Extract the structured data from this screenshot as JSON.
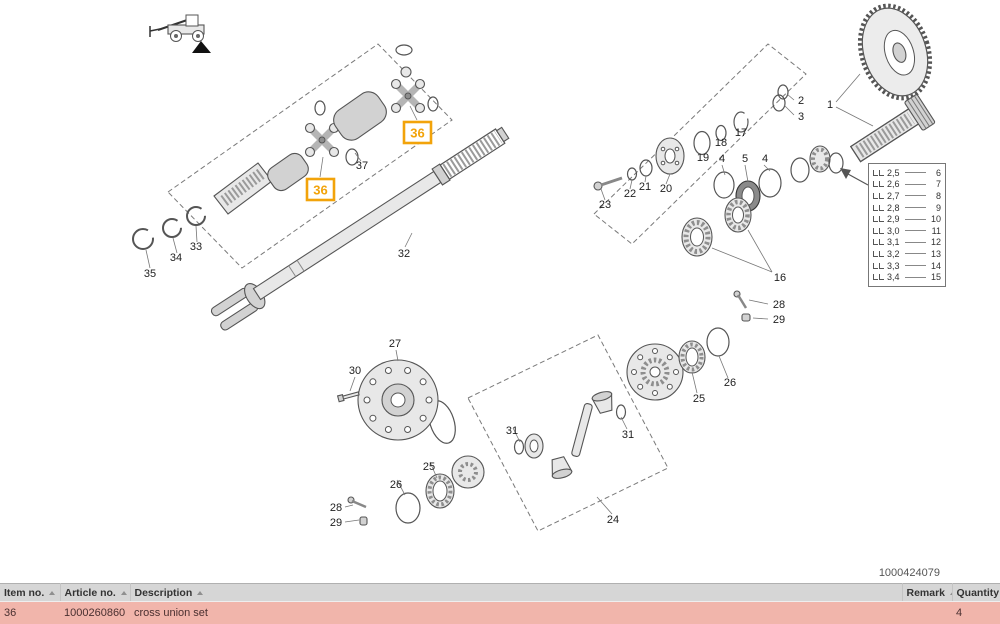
{
  "diagram": {
    "drawing_no": "1000424079",
    "highlight_color": "#f2a30a",
    "labels": [
      {
        "text": "1"
      },
      {
        "text": "2"
      },
      {
        "text": "3"
      },
      {
        "text": "17"
      },
      {
        "text": "18"
      },
      {
        "text": "19"
      },
      {
        "text": "4"
      },
      {
        "text": "5"
      },
      {
        "text": "4"
      },
      {
        "text": "20"
      },
      {
        "text": "21"
      },
      {
        "text": "22"
      },
      {
        "text": "23"
      },
      {
        "text": "16"
      },
      {
        "text": "28"
      },
      {
        "text": "29"
      },
      {
        "text": "26"
      },
      {
        "text": "25"
      },
      {
        "text": "31"
      },
      {
        "text": "31"
      },
      {
        "text": "24"
      },
      {
        "text": "25"
      },
      {
        "text": "26"
      },
      {
        "text": "28"
      },
      {
        "text": "29"
      },
      {
        "text": "27"
      },
      {
        "text": "30"
      },
      {
        "text": "32"
      },
      {
        "text": "33"
      },
      {
        "text": "34"
      },
      {
        "text": "35"
      },
      {
        "text": "37"
      }
    ],
    "highlights": [
      {
        "text": "36"
      },
      {
        "text": "36"
      }
    ],
    "size_table": {
      "rows": [
        {
          "size": "2,5",
          "item": "6"
        },
        {
          "size": "2,6",
          "item": "7"
        },
        {
          "size": "2,7",
          "item": "8"
        },
        {
          "size": "2,8",
          "item": "9"
        },
        {
          "size": "2,9",
          "item": "10"
        },
        {
          "size": "3,0",
          "item": "11"
        },
        {
          "size": "3,1",
          "item": "12"
        },
        {
          "size": "3,2",
          "item": "13"
        },
        {
          "size": "3,3",
          "item": "14"
        },
        {
          "size": "3,4",
          "item": "15"
        }
      ]
    }
  },
  "icons": {
    "machine": "telehandler-icon",
    "marker": "black-triangle-marker",
    "sort": "sort-ascending-icon",
    "shim": "shim-bracket-icon"
  },
  "parts_table": {
    "headers": [
      {
        "label": "Item no."
      },
      {
        "label": "Article no."
      },
      {
        "label": "Description"
      },
      {
        "label": "Remark"
      },
      {
        "label": "Quantity"
      }
    ],
    "rows": [
      {
        "item_no": "36",
        "article_no": "1000260860",
        "description": "cross union set",
        "remark": "",
        "quantity": "4"
      }
    ]
  }
}
